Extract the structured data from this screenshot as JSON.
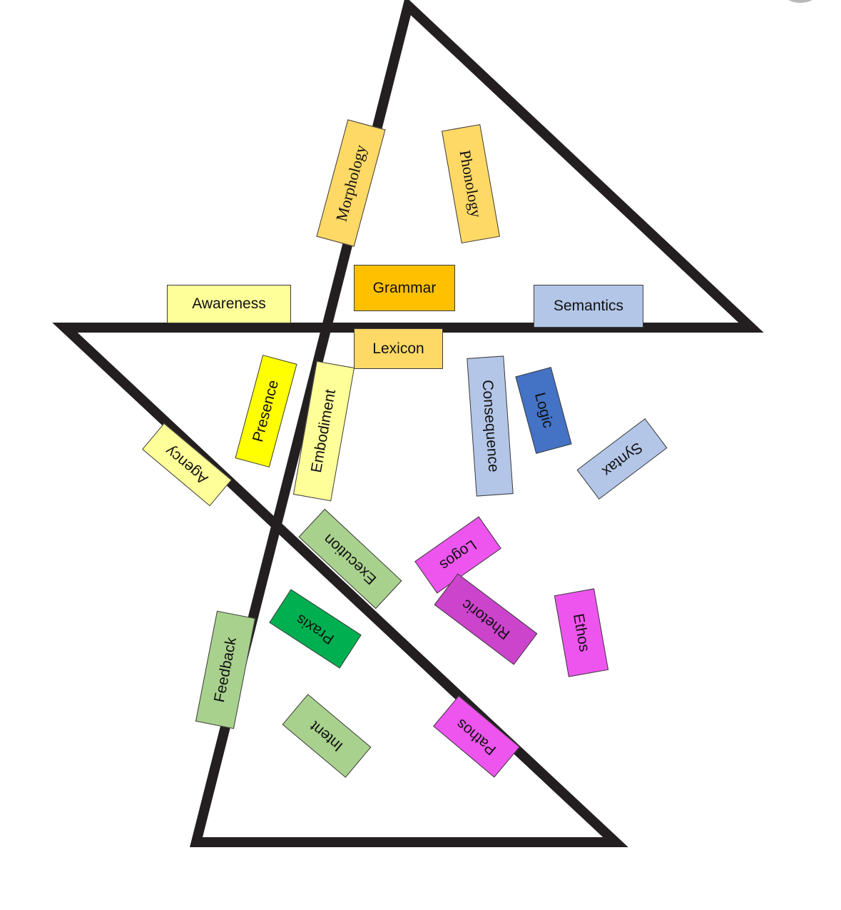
{
  "diagram": {
    "star_color": "#231f20",
    "labels": {
      "morphology": {
        "text": "Morphology",
        "color": "#ffd966"
      },
      "phonology": {
        "text": "Phonology",
        "color": "#ffd966"
      },
      "grammar": {
        "text": "Grammar",
        "color": "#ffc000"
      },
      "awareness": {
        "text": "Awareness",
        "color": "#ffff99"
      },
      "semantics": {
        "text": "Semantics",
        "color": "#b4c6e7"
      },
      "lexicon": {
        "text": "Lexicon",
        "color": "#ffd966"
      },
      "presence": {
        "text": "Presence",
        "color": "#ffff00"
      },
      "embodiment": {
        "text": "Embodiment",
        "color": "#ffff99"
      },
      "consequence": {
        "text": "Consequence",
        "color": "#b4c6e7"
      },
      "logic": {
        "text": "Logic",
        "color": "#4472c4"
      },
      "syntax": {
        "text": "Syntax",
        "color": "#b4c6e7"
      },
      "agency": {
        "text": "Agency",
        "color": "#ffff99"
      },
      "execution": {
        "text": "Execution",
        "color": "#a9d18e"
      },
      "logos": {
        "text": "Logos",
        "color": "#ee55ee"
      },
      "praxis": {
        "text": "Praxis",
        "color": "#00b050"
      },
      "rhetoric": {
        "text": "Rhetoric",
        "color": "#cc44cc"
      },
      "ethos": {
        "text": "Ethos",
        "color": "#ee55ee"
      },
      "feedback": {
        "text": "Feedback",
        "color": "#a9d18e"
      },
      "intent": {
        "text": "Intent",
        "color": "#a9d18e"
      },
      "pathos": {
        "text": "Pathos",
        "color": "#ee55ee"
      }
    }
  }
}
